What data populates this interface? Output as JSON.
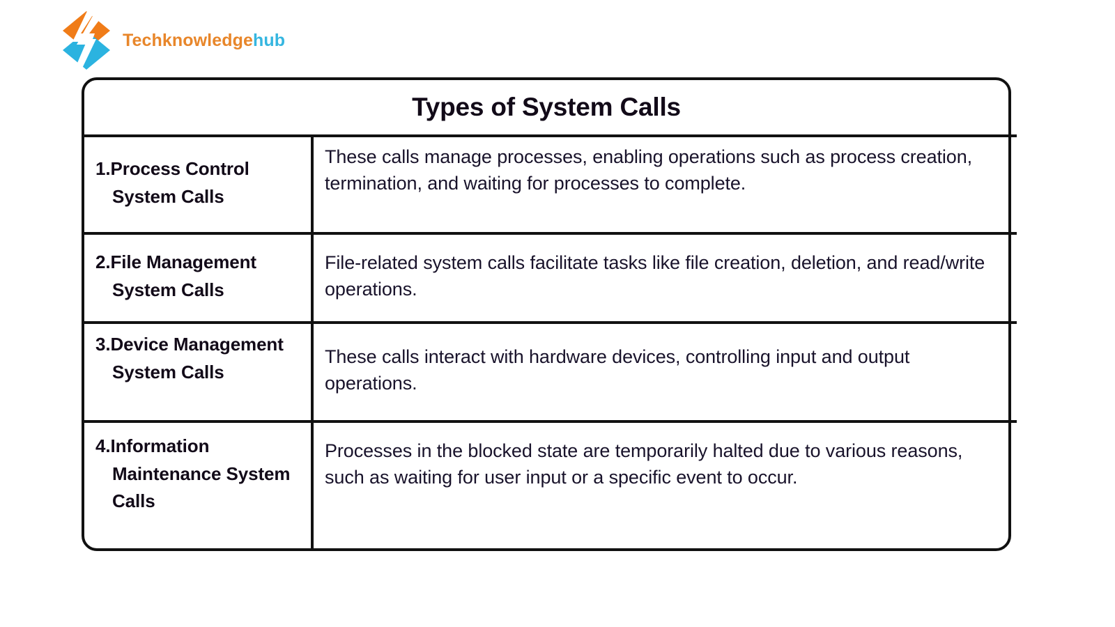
{
  "brand": {
    "name_part1": "Techknowledge",
    "name_part2": "hub",
    "logo_icon": "diamond-s-logo-icon",
    "colors": {
      "orange": "#f07c18",
      "cyan": "#2bb3e0",
      "text_orange": "#e8862a",
      "text_cyan": "#35b6e0"
    }
  },
  "table": {
    "title": "Types of System Calls",
    "border_color": "#111111",
    "text_color": "#120a18",
    "rows": [
      {
        "label": "1.Process Control System Calls",
        "description": "These calls manage processes, enabling operations such as process creation, termination, and waiting for processes to complete."
      },
      {
        "label": "2.File Management System Calls",
        "description": "File-related system calls facilitate tasks like file creation, deletion, and read/write operations."
      },
      {
        "label": "3.Device Management System Calls",
        "description": "These calls interact with hardware devices, controlling input and output operations."
      },
      {
        "label": "4.Information Maintenance System Calls",
        "description": "Processes in the blocked state are temporarily halted due to various reasons, such as waiting for user input or a specific event to occur."
      }
    ]
  }
}
